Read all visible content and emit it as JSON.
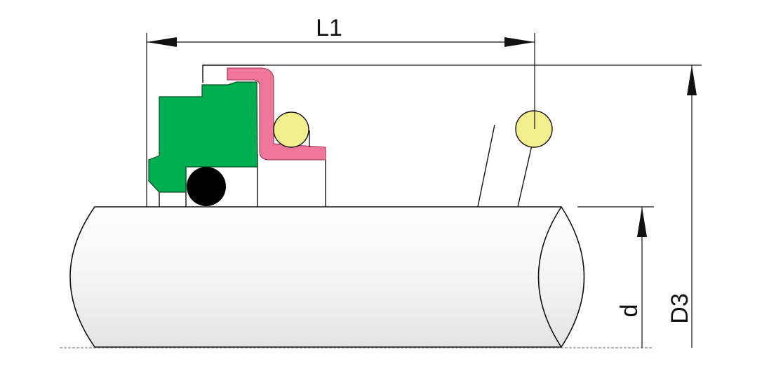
{
  "labels": {
    "length": "L1",
    "shaft_diameter": "d",
    "outer_diameter": "D3"
  },
  "colors": {
    "background": "#ffffff",
    "shaft_fill": "#f1f1f1",
    "outline": "#111111",
    "seal_body": "#00b050",
    "spring_retainer": "#f0779a",
    "spring_coil": "#f3ef8c",
    "o_ring": "#000000"
  }
}
